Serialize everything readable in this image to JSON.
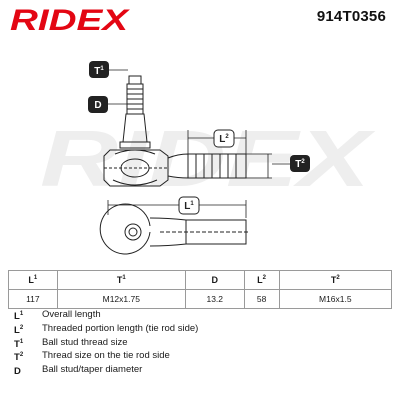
{
  "brand": {
    "logo_text": "RIDEX",
    "color": "#e30613"
  },
  "part_number": "914T0356",
  "drawing": {
    "callouts": {
      "t1": {
        "letter": "T",
        "sub": "1"
      },
      "d": {
        "letter": "D",
        "sub": ""
      },
      "l2": {
        "letter": "L",
        "sub": "2"
      },
      "t2": {
        "letter": "T",
        "sub": "2"
      },
      "l1": {
        "letter": "L",
        "sub": "1"
      }
    }
  },
  "specs": {
    "headers": [
      {
        "sym": "L",
        "sub": "1"
      },
      {
        "sym": "T",
        "sub": "1"
      },
      {
        "sym": "D",
        "sub": ""
      },
      {
        "sym": "L",
        "sub": "2"
      },
      {
        "sym": "T",
        "sub": "2"
      }
    ],
    "values": [
      "117",
      "M12x1.75",
      "13.2",
      "58",
      "M16x1.5"
    ]
  },
  "legend": [
    {
      "sym": "L",
      "sub": "1",
      "desc": "Overall length"
    },
    {
      "sym": "L",
      "sub": "2",
      "desc": "Threaded portion length (tie rod side)"
    },
    {
      "sym": "T",
      "sub": "1",
      "desc": "Ball stud thread size"
    },
    {
      "sym": "T",
      "sub": "2",
      "desc": "Thread size on the tie rod side"
    },
    {
      "sym": "D",
      "sub": "",
      "desc": "Ball stud/taper diameter"
    }
  ]
}
